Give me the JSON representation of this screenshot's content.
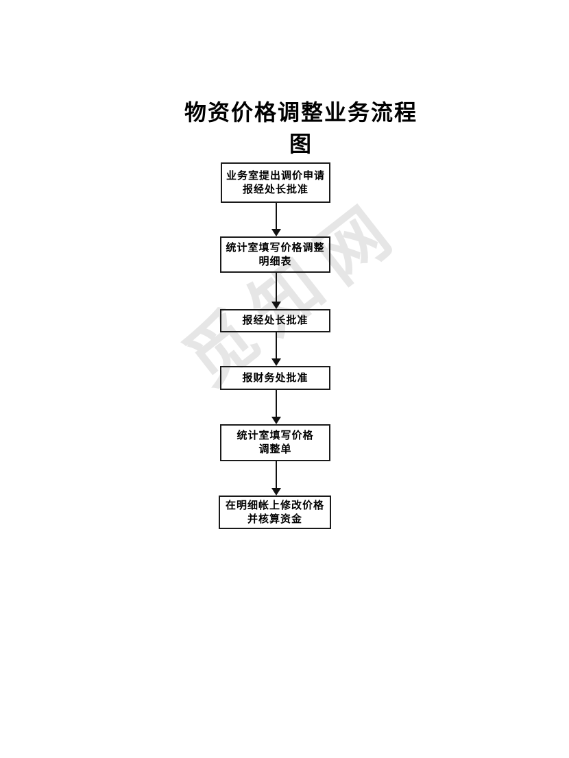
{
  "page": {
    "title": "物资价格调整业务流程图",
    "watermark": "觅知网"
  },
  "flowchart": {
    "steps": [
      {
        "id": 1,
        "label": "业务室提出调价申请\n报经处长批准"
      },
      {
        "id": 2,
        "label": "统计室填写价格调整\n明细表"
      },
      {
        "id": 3,
        "label": "报经处长批准"
      },
      {
        "id": 4,
        "label": "报财务处批准"
      },
      {
        "id": 5,
        "label": "统计室填写价格\n调整单"
      },
      {
        "id": 6,
        "label": "在明细帐上修改价格\n并核算资金"
      }
    ],
    "connectors": {
      "count": 5,
      "icon": "arrow-down",
      "direction": "top-to-bottom"
    },
    "colors": {
      "background": "#ffffff",
      "box_border": "#1a1a1a",
      "text": "#000000",
      "arrow": "#111111",
      "watermark": "#e6e6e6"
    }
  }
}
